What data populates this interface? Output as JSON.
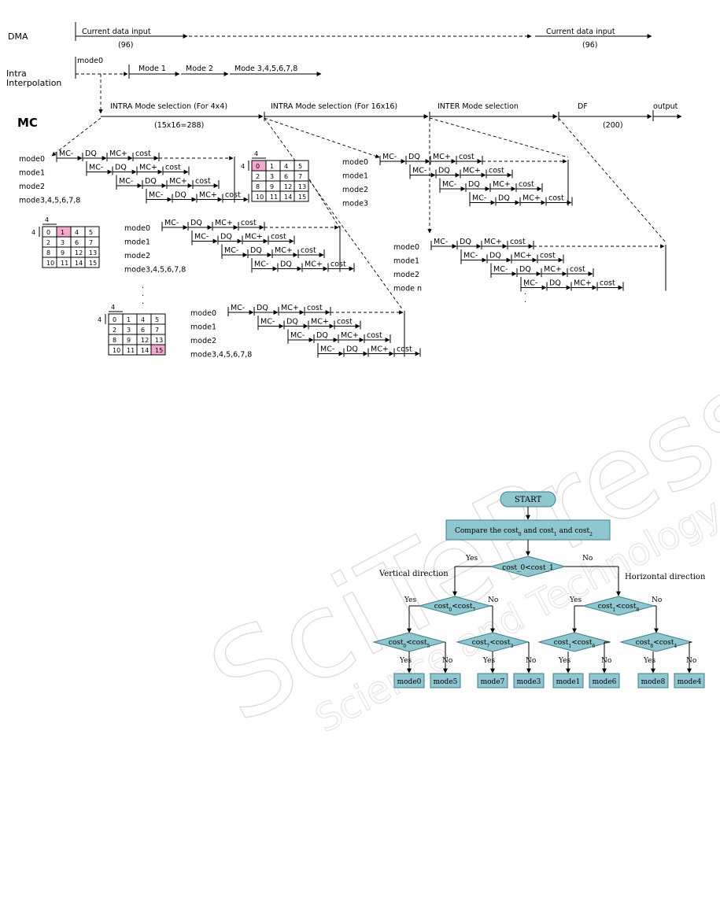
{
  "timeline": {
    "dma_label": "DMA",
    "dma_input_1": "Current data input",
    "dma_count_1": "(96)",
    "dma_input_2": "Current data input",
    "dma_count_2": "(96)",
    "intra_label_1": "Intra",
    "intra_label_2": "Interpolation",
    "interp_modes": [
      "mode0",
      "Mode 1",
      "Mode 2",
      "Mode 3,4,5,6,7,8"
    ],
    "mc_label": "MC",
    "stage_intra4": "INTRA Mode selection (For 4x4)",
    "stage_intra4_count": "(15x16=288)",
    "stage_intra16": "INTRA Mode selection (For 16x16)",
    "stage_inter": "INTER Mode selection",
    "stage_df": "DF",
    "stage_df_count": "(200)",
    "stage_output": "output"
  },
  "pipeline": {
    "steps": [
      "MC-",
      "DQ",
      "MC+",
      "cost"
    ],
    "modes_4x4": [
      "mode0",
      "mode1",
      "mode2",
      "mode3,4,5,6,7,8"
    ],
    "modes_16x16": [
      "mode0",
      "mode1",
      "mode2",
      "mode3"
    ],
    "modes_inter": [
      "mode0",
      "mode1",
      "mode2",
      "mode n"
    ],
    "block_size": "4",
    "grid_cells": [
      "0",
      "1",
      "4",
      "5",
      "2",
      "3",
      "6",
      "7",
      "8",
      "9",
      "12",
      "13",
      "10",
      "11",
      "14",
      "15"
    ],
    "ellipsis": "."
  },
  "flowchart": {
    "start": "START",
    "compare": "Compare the cost",
    "compare_sub0": "0",
    "compare_and1": " and cost",
    "compare_sub1": "1",
    "compare_and2": " and cost",
    "compare_sub2": "2",
    "root_decision": "cost_0<cost_1",
    "vertical": "Vertical direction",
    "horizontal": "Horizontal direction",
    "yes": "Yes",
    "no": "No",
    "d_left": {
      "a": "cost",
      "as": "0",
      "op": "<cost",
      "b": "7",
      "label_b": "7"
    },
    "d_right": {
      "a": "cost",
      "as": "1",
      "op": "<cost",
      "b": "8"
    },
    "d_ll": {
      "a": "cost",
      "as": "0",
      "op": "<cost",
      "b": "5"
    },
    "d_lr": {
      "a": "cost",
      "as": "7",
      "op": "<cost",
      "b": "3"
    },
    "d_rl": {
      "a": "cost",
      "as": "1",
      "op": "<cost",
      "b": "6"
    },
    "d_rr": {
      "a": "cost",
      "as": "8",
      "op": "<cost",
      "b": "4"
    },
    "leaves": [
      "mode0",
      "mode5",
      "mode7",
      "mode3",
      "mode1",
      "mode6",
      "mode8",
      "mode4"
    ]
  },
  "watermark": {
    "main": "SciTePress",
    "sub": "Science and Technology Publications"
  },
  "colors": {
    "flow_box": "#8fc6cf",
    "highlight": "#f4a9cf"
  }
}
